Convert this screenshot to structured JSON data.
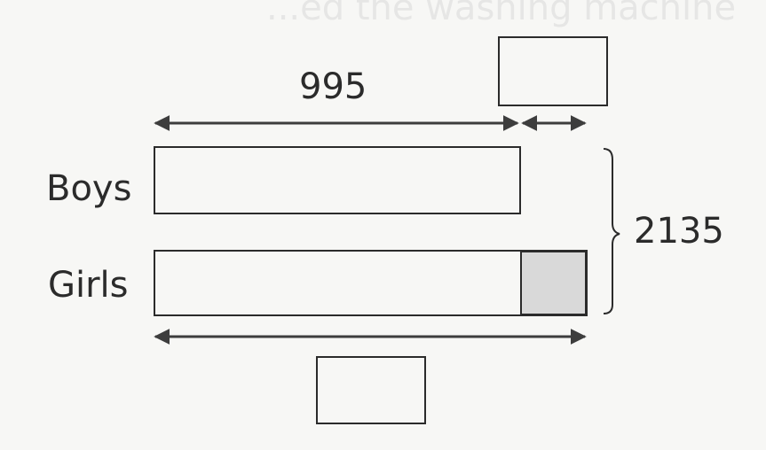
{
  "header": {
    "faded_text": "...ed the washing machine"
  },
  "diagram": {
    "top_value": "995",
    "side_total": "2135",
    "rows": [
      {
        "label": "Boys"
      },
      {
        "label": "Girls"
      }
    ],
    "answer_box_top": "",
    "answer_box_bottom": "",
    "colors": {
      "line": "#2b2b2b",
      "arrow": "#3d3d3d",
      "shaded": "#d9d9d9",
      "background": "#f7f7f5"
    }
  }
}
